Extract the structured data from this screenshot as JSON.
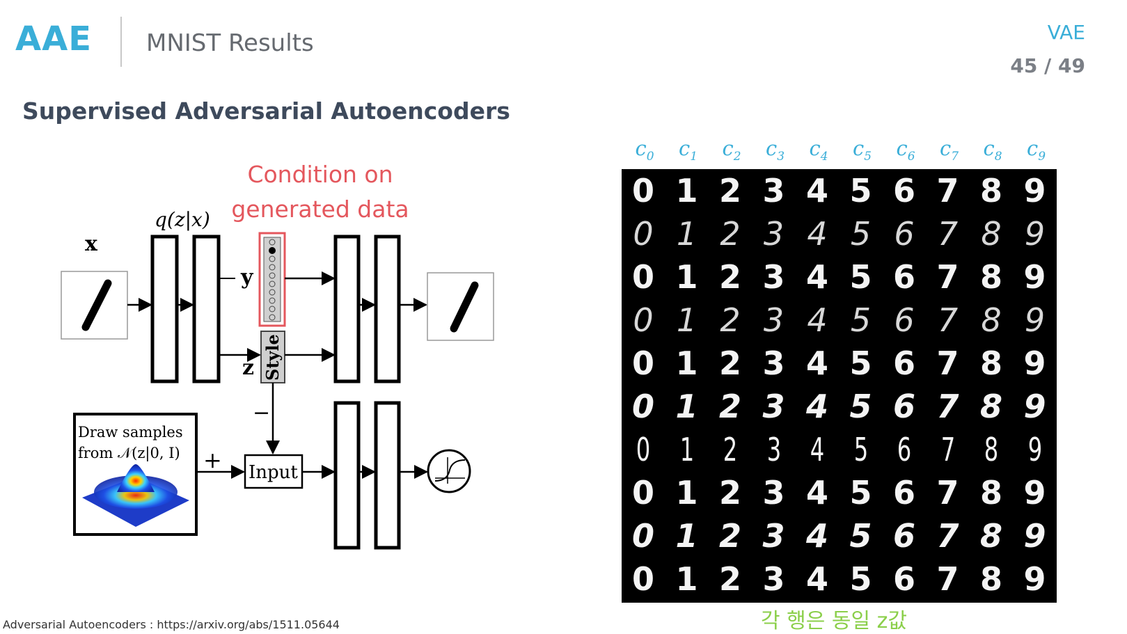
{
  "header": {
    "brand": "AAE",
    "title": "MNIST Results",
    "section_tag": "VAE",
    "page_counter": "45 / 49"
  },
  "subtitle": "Supervised Adversarial Autoencoders",
  "annotation": {
    "line1": "Condition on",
    "line2": "generated data"
  },
  "diagram": {
    "encoder_label": "q(z|x)",
    "input_label": "x",
    "y_label": "y",
    "z_label": "z",
    "style_label": "Style",
    "prior_line1": "Draw samples",
    "prior_line2": "from 𝒩(z|0, I)",
    "plus_sign": "+",
    "minus_sign": "−",
    "discriminator_input": "Input"
  },
  "grid": {
    "column_labels": [
      {
        "base": "c",
        "sub": "0"
      },
      {
        "base": "c",
        "sub": "1"
      },
      {
        "base": "c",
        "sub": "2"
      },
      {
        "base": "c",
        "sub": "3"
      },
      {
        "base": "c",
        "sub": "4"
      },
      {
        "base": "c",
        "sub": "5"
      },
      {
        "base": "c",
        "sub": "6"
      },
      {
        "base": "c",
        "sub": "7"
      },
      {
        "base": "c",
        "sub": "8"
      },
      {
        "base": "c",
        "sub": "9"
      }
    ],
    "digits": [
      "0",
      "1",
      "2",
      "3",
      "4",
      "5",
      "6",
      "7",
      "8",
      "9"
    ],
    "row_count": 10,
    "caption": "각 행은 동일 z값"
  },
  "citation": "Adversarial Autoencoders : https://arxiv.org/abs/1511.05644",
  "colors": {
    "accent": "#3aaed8",
    "annotation": "#e4575d",
    "caption": "#8bcf4a",
    "y_box": "#e4575d"
  }
}
